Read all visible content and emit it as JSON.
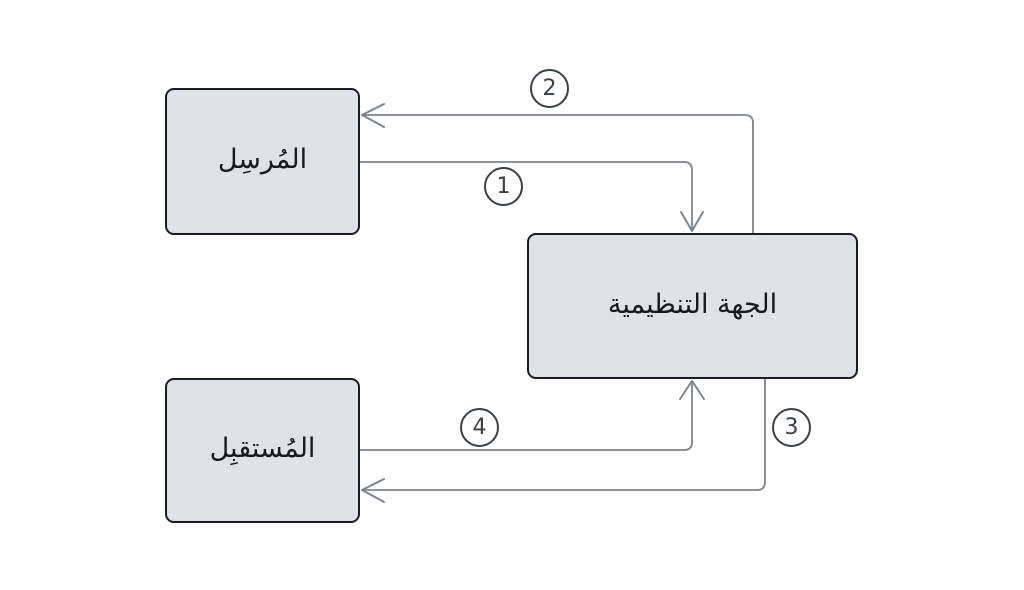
{
  "diagram": {
    "title": "communication-with-regulator-flow",
    "nodes": {
      "sender": {
        "label": "المُرسِل"
      },
      "regulator": {
        "label": "الجهة التنظيمية"
      },
      "receiver": {
        "label": "المُستقبِل"
      }
    },
    "steps": [
      {
        "number": "1",
        "from": "sender",
        "to": "regulator"
      },
      {
        "number": "2",
        "from": "regulator",
        "to": "sender"
      },
      {
        "number": "3",
        "from": "regulator",
        "to": "receiver"
      },
      {
        "number": "4",
        "from": "receiver",
        "to": "regulator"
      }
    ],
    "colors": {
      "background": "#ffffff",
      "node_fill": "#dee1e5",
      "node_border": "#1a1c20",
      "connector": "#7d838d",
      "badge_stroke": "#3a4047"
    }
  }
}
